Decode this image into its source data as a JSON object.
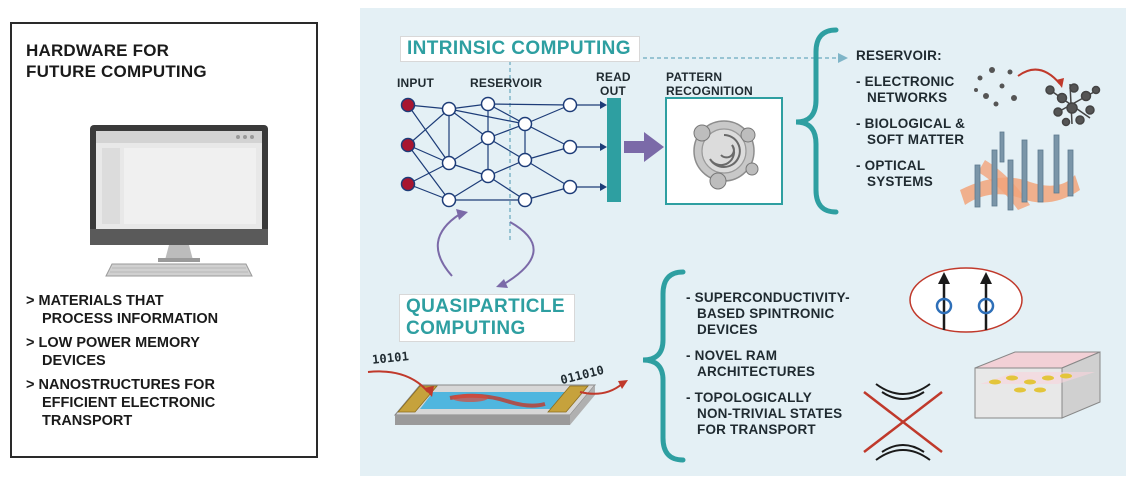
{
  "left": {
    "title_line1": "HARDWARE FOR",
    "title_line2": "FUTURE COMPUTING",
    "items": [
      {
        "line1": "> MATERIALS THAT",
        "line2": "PROCESS INFORMATION"
      },
      {
        "line1": "> LOW POWER MEMORY",
        "line2": "DEVICES"
      },
      {
        "line1": "> NANOSTRUCTURES FOR",
        "line2": "EFFICIENT ELECTRONIC",
        "line3": "TRANSPORT"
      }
    ]
  },
  "intrinsic": {
    "title": "INTRINSIC COMPUTING",
    "input_label": "INPUT",
    "reservoir_label": "RESERVOIR",
    "readout_line1": "READ",
    "readout_line2": "OUT",
    "pattern_line1": "PATTERN",
    "pattern_line2": "RECOGNITION",
    "reservoir_heading": "RESERVOIR:",
    "reservoir_items": [
      {
        "line1": "- ELECTRONIC",
        "line2": "NETWORKS"
      },
      {
        "line1": "- BIOLOGICAL &",
        "line2": "SOFT MATTER"
      },
      {
        "line1": "- OPTICAL",
        "line2": "SYSTEMS"
      }
    ]
  },
  "quasiparticle": {
    "title_line1": "QUASIPARTICLE",
    "title_line2": "COMPUTING",
    "input_bits": "10101",
    "output_bits": "011010",
    "items": [
      {
        "line1": "- SUPERCONDUCTIVITY-",
        "line2": "BASED SPINTRONIC",
        "line3": "DEVICES"
      },
      {
        "line1": "- NOVEL RAM",
        "line2": "ARCHITECTURES"
      },
      {
        "line1": "- TOPOLOGICALLY",
        "line2": "NON-TRIVIAL STATES",
        "line3": "FOR TRANSPORT"
      }
    ]
  },
  "colors": {
    "teal": "#2e9fa1",
    "navy": "#1d3c78",
    "input_node": "#a8152f",
    "purple_arrow": "#7b6aa8",
    "red_arrow": "#c0392b",
    "panel_bg": "#e4f0f5"
  }
}
